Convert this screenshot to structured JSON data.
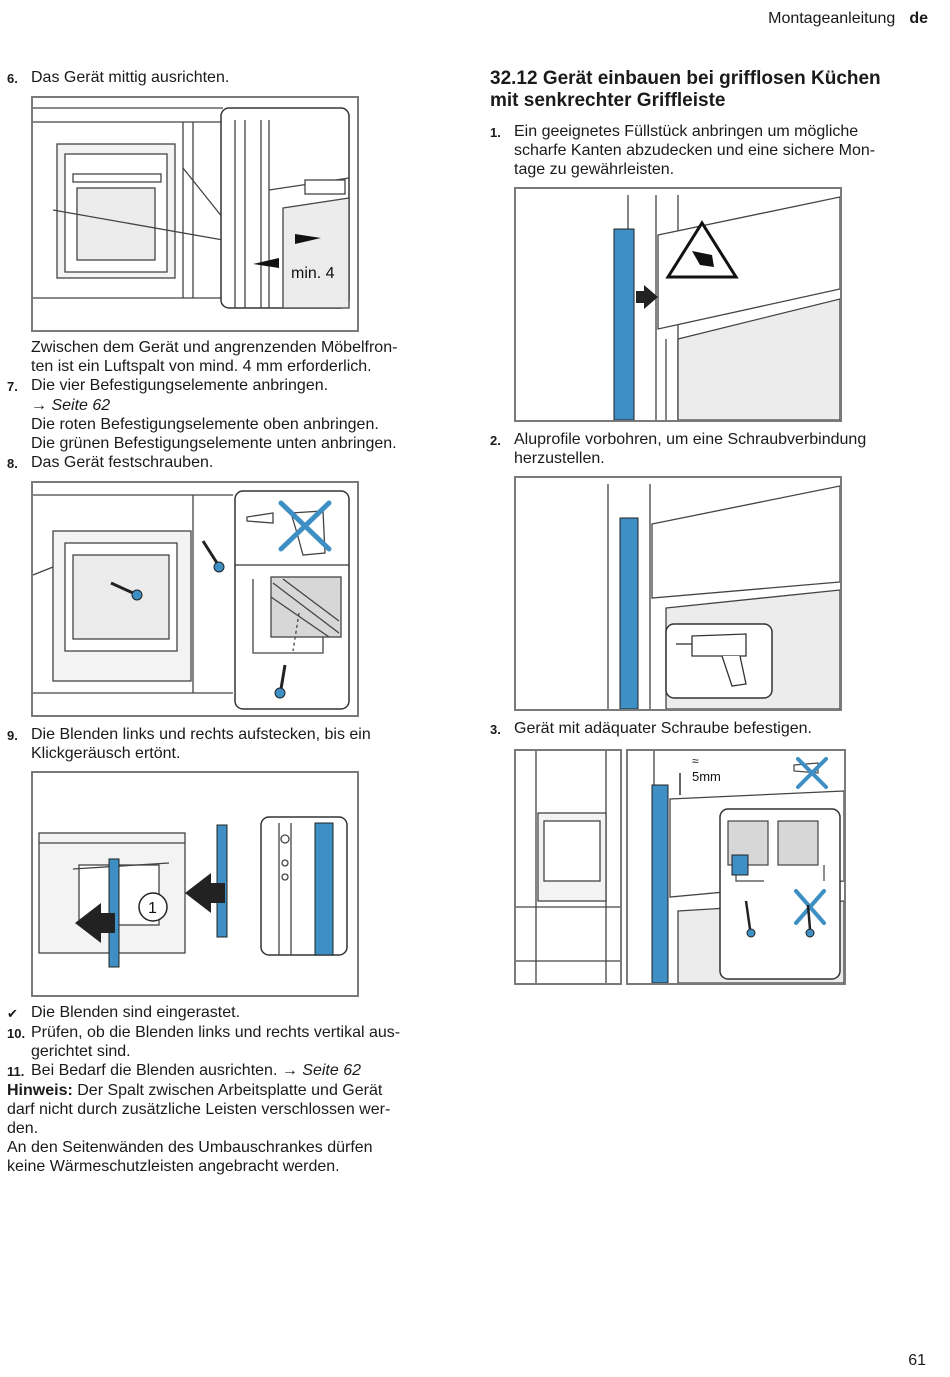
{
  "header": {
    "section": "Montageanleitung",
    "lang": "de"
  },
  "page_number": "61",
  "left": {
    "step6": {
      "num": "6.",
      "text": "Das Gerät mittig ausrichten."
    },
    "fig1_label": "min. 4",
    "para_gap_1": "Zwischen dem Gerät und angrenzenden Möbelfron-",
    "para_gap_2": "ten ist ein Luftspalt von mind. 4 mm erforderlich.",
    "step7": {
      "num": "7.",
      "text": "Die vier Befestigungselemente anbringen."
    },
    "ref7": "→ Seite 62",
    "line7b": "Die roten Befestigungselemente oben anbringen.",
    "line7c": "Die grünen Befestigungselemente unten anbringen.",
    "step8": {
      "num": "8.",
      "text": "Das Gerät festschrauben."
    },
    "step9": {
      "num": "9.",
      "text1": "Die Blenden links und rechts aufstecken, bis ein",
      "text2": "Klickgeräusch ertönt."
    },
    "fig3_callout": "1",
    "result": {
      "icon": "✔",
      "text": "Die Blenden sind eingerastet."
    },
    "step10": {
      "num": "10.",
      "text1": "Prüfen, ob die Blenden links und rechts vertikal aus-",
      "text2": "gerichtet sind."
    },
    "step11": {
      "num": "11.",
      "text": "Bei Bedarf die Blenden ausrichten.",
      "ref": "→ Seite 62"
    },
    "note": {
      "label": "Hinweis:",
      "l1": "Der Spalt zwischen Arbeitsplatte und Gerät",
      "l2": "darf nicht durch zusätzliche Leisten verschlossen wer-",
      "l3": "den.",
      "l4": "An den Seitenwänden des Umbauschrankes dürfen",
      "l5": "keine Wärmeschutzleisten angebracht werden."
    }
  },
  "right": {
    "heading_1": "32.12  Gerät einbauen bei grifflosen Küchen",
    "heading_2": "mit senkrechter Griffleiste",
    "step1": {
      "num": "1.",
      "l1": "Ein geeignetes Füllstück anbringen um mögliche",
      "l2": "scharfe Kanten abzudecken und eine sichere Mon-",
      "l3": "tage zu gewährleisten."
    },
    "step2": {
      "num": "2.",
      "l1": "Aluprofile vorbohren, um eine Schraubverbindung",
      "l2": "herzustellen."
    },
    "step3": {
      "num": "3.",
      "text": "Gerät mit adäquater Schraube befestigen."
    },
    "fig6_label": "5mm",
    "fig6_approx": "≈"
  },
  "colors": {
    "accent_blue": "#3d8fc4",
    "grey_fill": "#e6e6e6",
    "line": "#333333"
  }
}
